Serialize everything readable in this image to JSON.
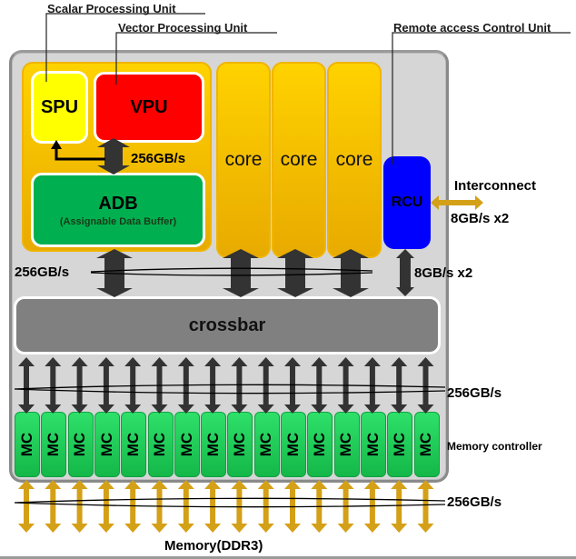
{
  "callouts": {
    "spu": "Scalar Processing Unit",
    "vpu": "Vector Processing Unit",
    "rcu": "Remote access Control Unit"
  },
  "core_group": {
    "spu": "SPU",
    "vpu": "VPU",
    "adb_title": "ADB",
    "adb_subtitle": "(Assignable Data Buffer)",
    "internal_bw": "256GB/s"
  },
  "cores": [
    "core",
    "core",
    "core"
  ],
  "rcu": {
    "label": "RCU",
    "interconnect_label": "Interconnect",
    "interconnect_bw": "8GB/s x2",
    "crossbar_bw": "8GB/s x2"
  },
  "core_crossbar_bw": "256GB/s",
  "crossbar": {
    "label": "crossbar"
  },
  "crossbar_mc_bw": "256GB/s",
  "memory_controllers": {
    "unit_label": "MC",
    "count": 16,
    "legend": "Memory controller"
  },
  "memory_bw": "256GB/s",
  "memory_label": "Memory(DDR3)",
  "colors": {
    "spu": "#ffff00",
    "vpu": "#ff0000",
    "adb": "#00b050",
    "core": "#ffc000",
    "rcu": "#0000ff",
    "crossbar": "#808080",
    "mc": "#1fcf55",
    "memory_arrow": "#d4a017",
    "dark_arrow": "#333333"
  }
}
